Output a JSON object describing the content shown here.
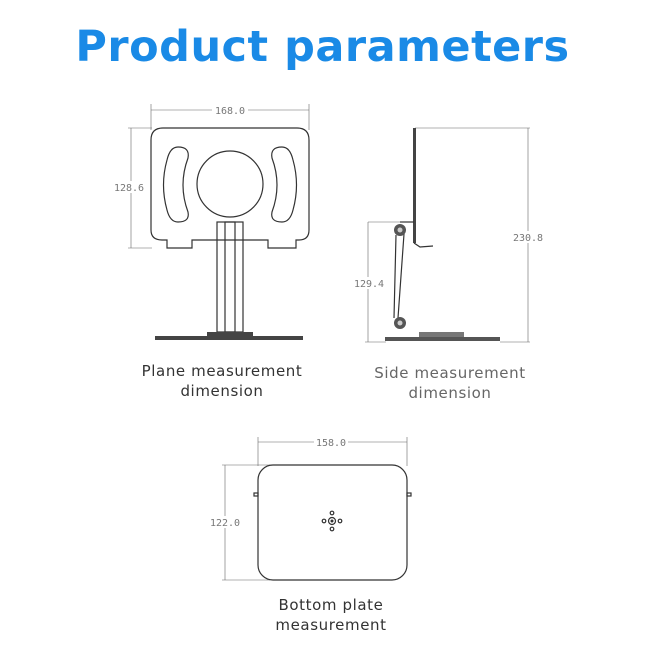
{
  "title": "Product parameters",
  "colors": {
    "title": "#1a8ae6",
    "drawing": "#333333",
    "dimension": "#777777"
  },
  "views": {
    "plane": {
      "width_label": "168.0",
      "height_label": "128.6",
      "caption_line1": "Plane measurement",
      "caption_line2": "dimension"
    },
    "side": {
      "total_height_label": "230.8",
      "hinge_height_label": "129.4",
      "caption_line1": "Side measurement",
      "caption_line2": "dimension"
    },
    "bottom": {
      "width_label": "158.0",
      "height_label": "122.0",
      "caption_line1": "Bottom plate",
      "caption_line2": "measurement"
    }
  }
}
